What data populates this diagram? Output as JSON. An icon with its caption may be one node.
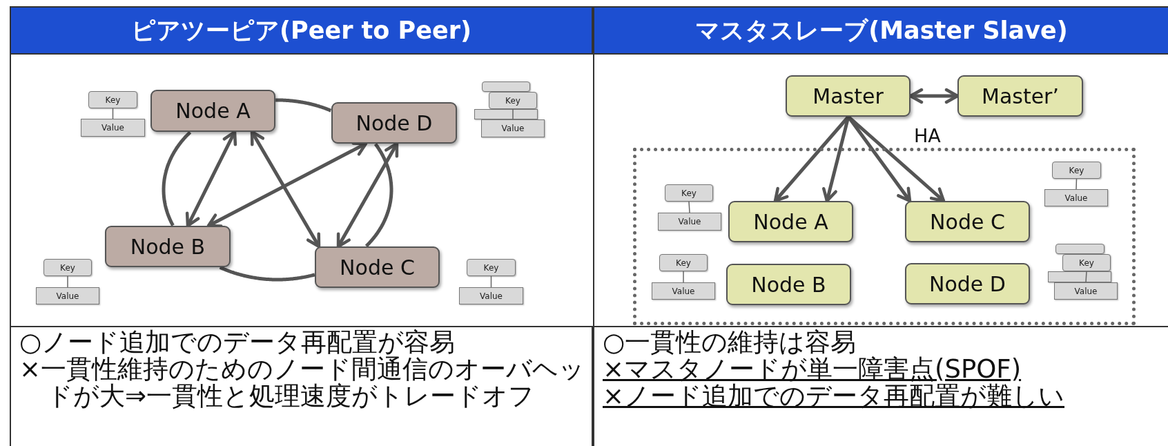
{
  "diagram": {
    "nodes": [
      {
        "text": [
          "ピアツーピア(Peer to Peer)"
        ]
      },
      {
        "text": [
          "マスタスレーブ(Master Slave)"
        ]
      },
      {
        "text": [
          "Key"
        ]
      },
      {
        "text": [
          "Value"
        ]
      },
      {
        "text": [
          "Node A"
        ]
      },
      {
        "text": [
          "Node D"
        ]
      },
      {
        "text": [],
        "shape": "box"
      },
      {
        "text": [
          "Key"
        ]
      },
      {
        "text": [],
        "shape": "box"
      },
      {
        "text": [
          "Value"
        ]
      },
      {
        "text": [
          "Node B"
        ]
      },
      {
        "text": [
          "Node C"
        ]
      },
      {
        "text": [
          "Key"
        ]
      },
      {
        "text": [
          "Value"
        ]
      },
      {
        "text": [
          "Key"
        ]
      },
      {
        "text": [
          "Value"
        ]
      },
      {
        "text": [
          "Master"
        ]
      },
      {
        "text": [
          "Master’"
        ]
      },
      {
        "text": [],
        "shape": "box"
      },
      {
        "text": [
          "Key"
        ],
        "in": 18
      },
      {
        "text": [
          "Value"
        ],
        "in": 18
      },
      {
        "text": [
          "Key"
        ],
        "in": 18
      },
      {
        "text": [
          "Value"
        ],
        "in": 18
      },
      {
        "text": [
          "Node A"
        ],
        "in": 18
      },
      {
        "text": [
          "Node C"
        ],
        "in": 18
      },
      {
        "text": [
          "Key"
        ],
        "in": 18
      },
      {
        "text": [
          "Value"
        ],
        "in": 18
      },
      {
        "text": [
          "Node B"
        ],
        "in": 18
      },
      {
        "text": [
          "Node D"
        ],
        "in": 18
      },
      {
        "text": [],
        "shape": "box",
        "in": 18
      },
      {
        "text": [
          "Key"
        ],
        "in": 18
      },
      {
        "text": [],
        "shape": "box",
        "in": 18
      },
      {
        "text": [
          "Value"
        ],
        "in": 18
      },
      {
        "text": [
          "○ノード追加でのデータ再配置が容易",
          "×一貫性維持のためのノード間通信のオーバヘッドが大⇒一貫性と処理速度がトレードオフ"
        ]
      },
      {
        "text": [
          "○一貫性の維持は容易",
          "×マスタノードが単一障害点(SPOF)",
          "×ノード追加でのデータ再配置が難しい"
        ]
      }
    ],
    "edges": [
      {
        "from": 4,
        "to": 10,
        "arrow": "both"
      },
      {
        "from": 4,
        "to": 11,
        "arrow": "both"
      },
      {
        "from": 5,
        "to": 10,
        "arrow": "both"
      },
      {
        "from": 5,
        "to": 11,
        "arrow": "both"
      },
      {
        "from": 4,
        "to": 5,
        "arrow": "none"
      },
      {
        "from": 5,
        "to": 11,
        "arrow": "none"
      },
      {
        "from": 11,
        "to": 10,
        "arrow": "none"
      },
      {
        "from": 10,
        "to": 4,
        "arrow": "none"
      },
      {
        "from": 2,
        "to": 3,
        "arrow": "none"
      },
      {
        "from": 7,
        "to": 9,
        "arrow": "none"
      },
      {
        "from": 12,
        "to": 13,
        "arrow": "none"
      },
      {
        "from": 14,
        "to": 15,
        "arrow": "none"
      },
      {
        "from": 16,
        "to": 17,
        "arrow": "both",
        "label": "HA"
      },
      {
        "from": 16,
        "to": 23,
        "arrow": "to"
      },
      {
        "from": 16,
        "to": 23,
        "arrow": "to"
      },
      {
        "from": 16,
        "to": 24,
        "arrow": "to"
      },
      {
        "from": 16,
        "to": 24,
        "arrow": "to"
      },
      {
        "from": 19,
        "to": 20,
        "arrow": "none"
      },
      {
        "from": 21,
        "to": 22,
        "arrow": "none"
      },
      {
        "from": 25,
        "to": 26,
        "arrow": "none"
      },
      {
        "from": 30,
        "to": 32,
        "arrow": "none"
      }
    ]
  }
}
